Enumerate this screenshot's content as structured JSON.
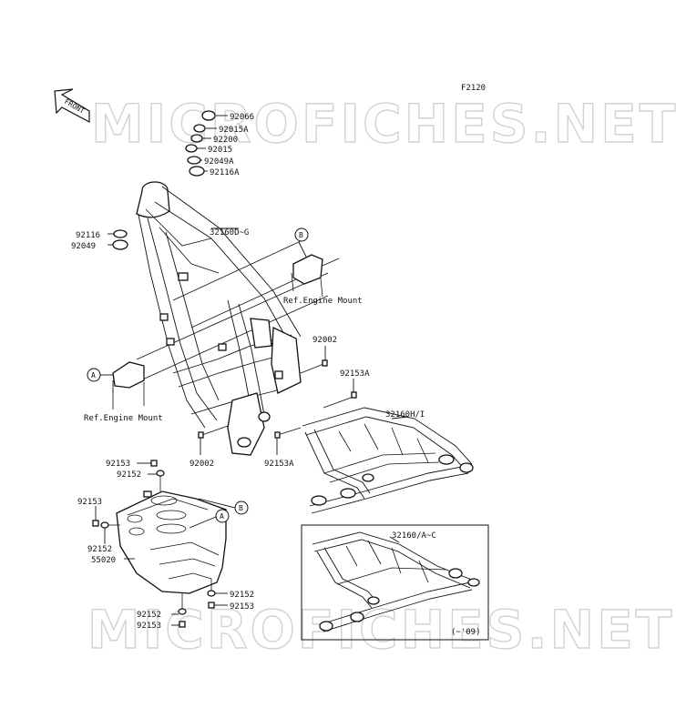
{
  "figure_code": "F2120",
  "front_arrow_label": "FRONT",
  "watermark": "MICROFICHES.NET",
  "head_parts": [
    {
      "id": "92066"
    },
    {
      "id": "92015A"
    },
    {
      "id": "92200"
    },
    {
      "id": "92015"
    },
    {
      "id": "92049A"
    },
    {
      "id": "92116A"
    }
  ],
  "labels": {
    "lower_bearing_upper": "92116",
    "lower_bearing_lower": "92049",
    "main_frame": "32160D~G",
    "ref_mount_b_text": "Ref.Engine Mount",
    "ref_mount_a_text": "Ref.Engine Mount",
    "bolt_right_upper": "92002",
    "bolt_right_mid": "92153A",
    "bolt_left_lower": "92002",
    "bolt_center_lower": "92153A",
    "sub_frame": "32160H/I",
    "guard_bolt_top_a": "92153",
    "guard_washer_top_a": "92152",
    "guard_bolt_left": "92153",
    "guard_washer_left": "92152",
    "skid_plate": "55020",
    "guard_washer_bottom_right": "92152",
    "guard_bolt_bottom_right": "92153",
    "guard_washer_bottom_left": "92152",
    "guard_bolt_bottom_left": "92153",
    "inset_sub_frame": "32160/A~C",
    "inset_year": "(~'09)"
  },
  "callouts": {
    "b_top": "B",
    "a_left": "A",
    "a_guard": "A",
    "b_guard": "B"
  }
}
